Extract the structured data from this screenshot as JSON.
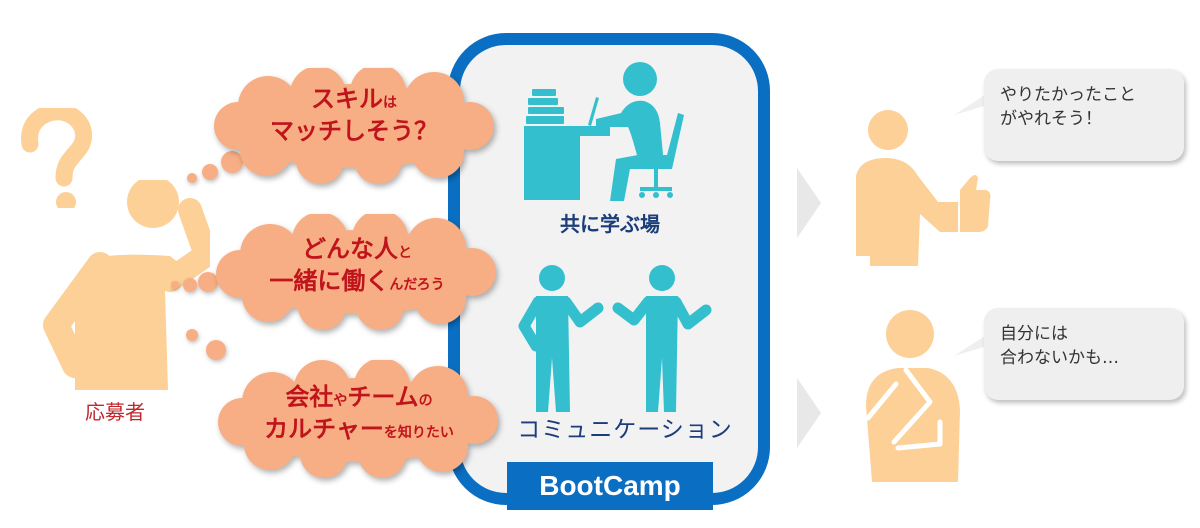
{
  "applicant": {
    "label": "応募者",
    "color": "#fcd097",
    "icon": "confused-person-icon"
  },
  "thoughts": [
    {
      "line1_big": "スキル",
      "line1_small": "は",
      "line2_big": "マッチしそう？",
      "line2_small": ""
    },
    {
      "line1_big": "どんな人",
      "line1_small": "と",
      "line2_big": "一緒に働く",
      "line2_small": "んだろう"
    },
    {
      "line1_big": "会社",
      "line1_small": "や",
      "line1_big2": "チーム",
      "line1_small2": "の",
      "line2_big": "カルチャー",
      "line2_small": "を知りたい"
    }
  ],
  "bootcamp": {
    "title": "BootCamp",
    "border_color": "#0a6fc2",
    "sections": [
      {
        "label": "共に学ぶ場",
        "icon": "person-studying-at-desk-icon"
      },
      {
        "label": "コミュニケーション",
        "icon": "two-people-talking-icon"
      }
    ],
    "icon_color": "#34bfcf"
  },
  "outcomes": [
    {
      "speech_line1": "やりたかったこと",
      "speech_line2": "がやれそう！",
      "icon": "thumbs-up-person-icon"
    },
    {
      "speech_line1": "自分には",
      "speech_line2": "合わないかも…",
      "icon": "arms-crossed-person-icon"
    }
  ],
  "colors": {
    "cloud": "#f8ae84",
    "cloud_text": "#c0141c",
    "person": "#fcd097",
    "arrow": "#e8e8e8"
  }
}
